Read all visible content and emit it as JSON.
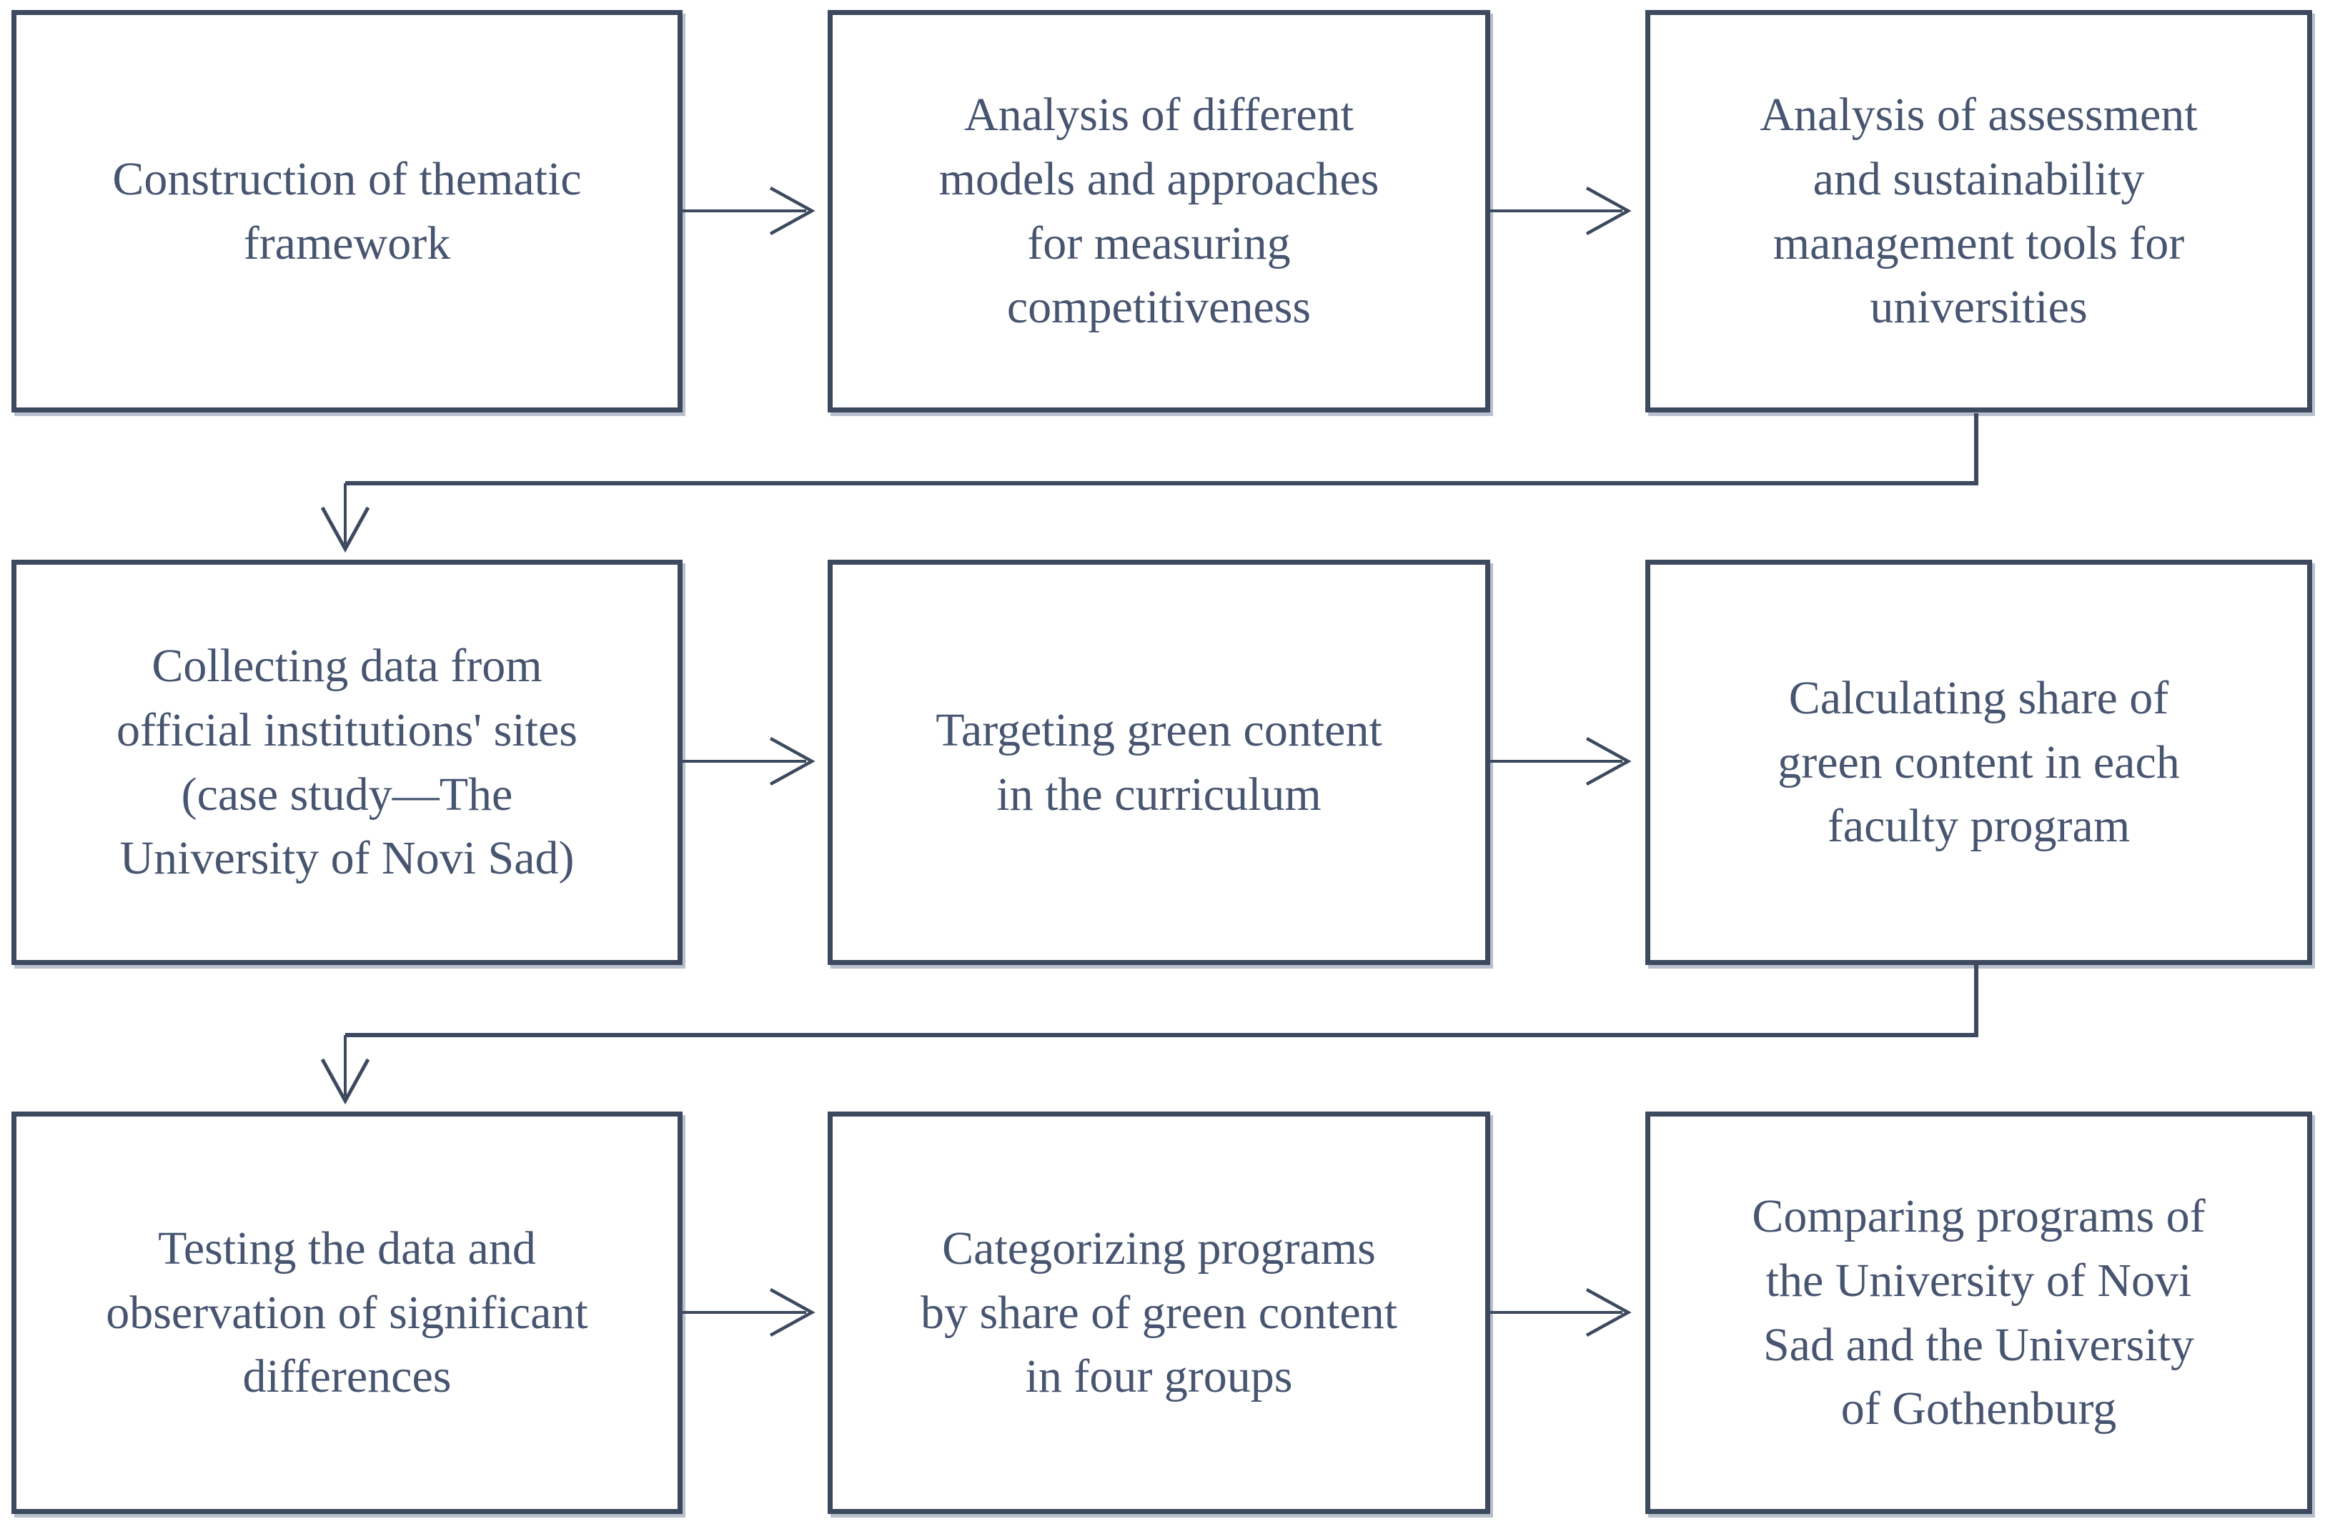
{
  "diagram": {
    "background": "#ffffff",
    "line_color": "#3c495e",
    "text_color": "#475570",
    "shadow_color": "#b9c0cd",
    "boxes": [
      {
        "id": 1,
        "lines": [
          "Construction of thematic",
          "framework"
        ]
      },
      {
        "id": 2,
        "lines": [
          "Analysis of different",
          "models and approaches",
          "for measuring",
          "competitiveness"
        ]
      },
      {
        "id": 3,
        "lines": [
          "Analysis of assessment",
          "and sustainability",
          "management tools for",
          "universities"
        ]
      },
      {
        "id": 4,
        "lines": [
          "Collecting data from",
          "official institutions' sites",
          "(case study—The",
          "University of Novi Sad)"
        ]
      },
      {
        "id": 5,
        "lines": [
          "Targeting green content",
          "in the curriculum"
        ]
      },
      {
        "id": 6,
        "lines": [
          "Calculating share of",
          "green content in each",
          "faculty program"
        ]
      },
      {
        "id": 7,
        "lines": [
          "Testing the data and",
          "observation of significant",
          "differences"
        ]
      },
      {
        "id": 8,
        "lines": [
          "Categorizing programs",
          "by share of green content",
          "in four groups"
        ]
      },
      {
        "id": 9,
        "lines": [
          "Comparing programs of",
          "the University of Novi",
          "Sad and the University",
          "of Gothenburg"
        ]
      }
    ],
    "connections": [
      {
        "from": 1,
        "to": 2,
        "style": "arrow-right"
      },
      {
        "from": 2,
        "to": 3,
        "style": "arrow-right"
      },
      {
        "from": 3,
        "to": 4,
        "style": "elbow-down-left"
      },
      {
        "from": 4,
        "to": 5,
        "style": "arrow-right"
      },
      {
        "from": 5,
        "to": 6,
        "style": "arrow-right"
      },
      {
        "from": 6,
        "to": 7,
        "style": "elbow-down-left"
      },
      {
        "from": 7,
        "to": 8,
        "style": "arrow-right"
      },
      {
        "from": 8,
        "to": 9,
        "style": "arrow-right"
      }
    ]
  }
}
